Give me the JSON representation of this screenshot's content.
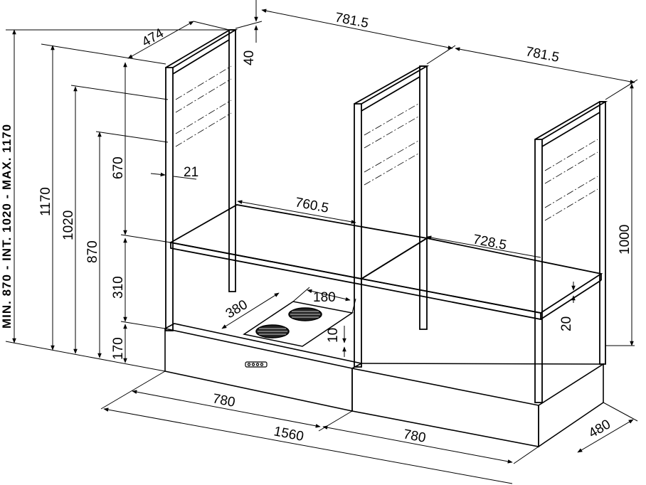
{
  "colors": {
    "line": "#000000",
    "background": "#ffffff"
  },
  "vertical_spec": "MIN. 870 - INT. 1020 - MAX. 1170",
  "dimensions": {
    "top_left_depth": "474",
    "top_offset": "40",
    "top_width_left": "781.5",
    "top_width_right": "781.5",
    "frame_profile": "21",
    "upper_height": "670",
    "shelf_width_left": "760.5",
    "shelf_width_right": "728.5",
    "right_height": "1000",
    "hob_depth": "180",
    "hob_width": "380",
    "hob_thickness": "10",
    "shelf_thickness": "20",
    "lower_height": "310",
    "base_height": "170",
    "height_870": "870",
    "height_1020": "1020",
    "height_1170": "1170",
    "base_width_left": "780",
    "base_width_right": "780",
    "total_width": "1560",
    "base_depth": "480"
  }
}
